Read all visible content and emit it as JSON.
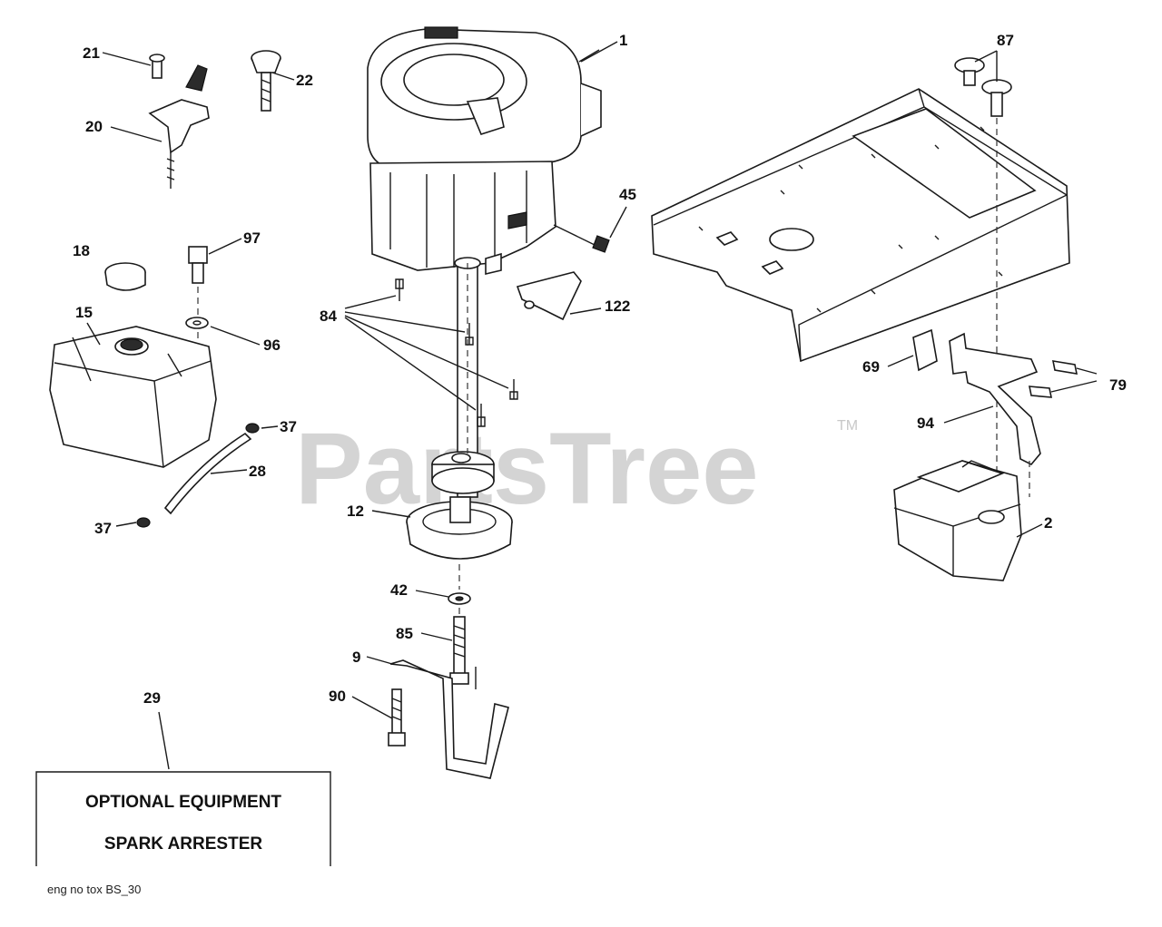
{
  "watermark": {
    "text": "PartsTree",
    "trademark": "TM"
  },
  "box": {
    "line1": "OPTIONAL EQUIPMENT",
    "line2": "SPARK ARRESTER"
  },
  "footer_code": "eng no tox BS_30",
  "callouts": {
    "c1": "1",
    "c2": "2",
    "c9": "9",
    "c12": "12",
    "c15": "15",
    "c18": "18",
    "c20": "20",
    "c21": "21",
    "c22": "22",
    "c28": "28",
    "c29": "29",
    "c37a": "37",
    "c37b": "37",
    "c42": "42",
    "c45": "45",
    "c69": "69",
    "c79": "79",
    "c84": "84",
    "c85": "85",
    "c87": "87",
    "c90": "90",
    "c94": "94",
    "c96": "96",
    "c97": "97",
    "c122": "122"
  }
}
